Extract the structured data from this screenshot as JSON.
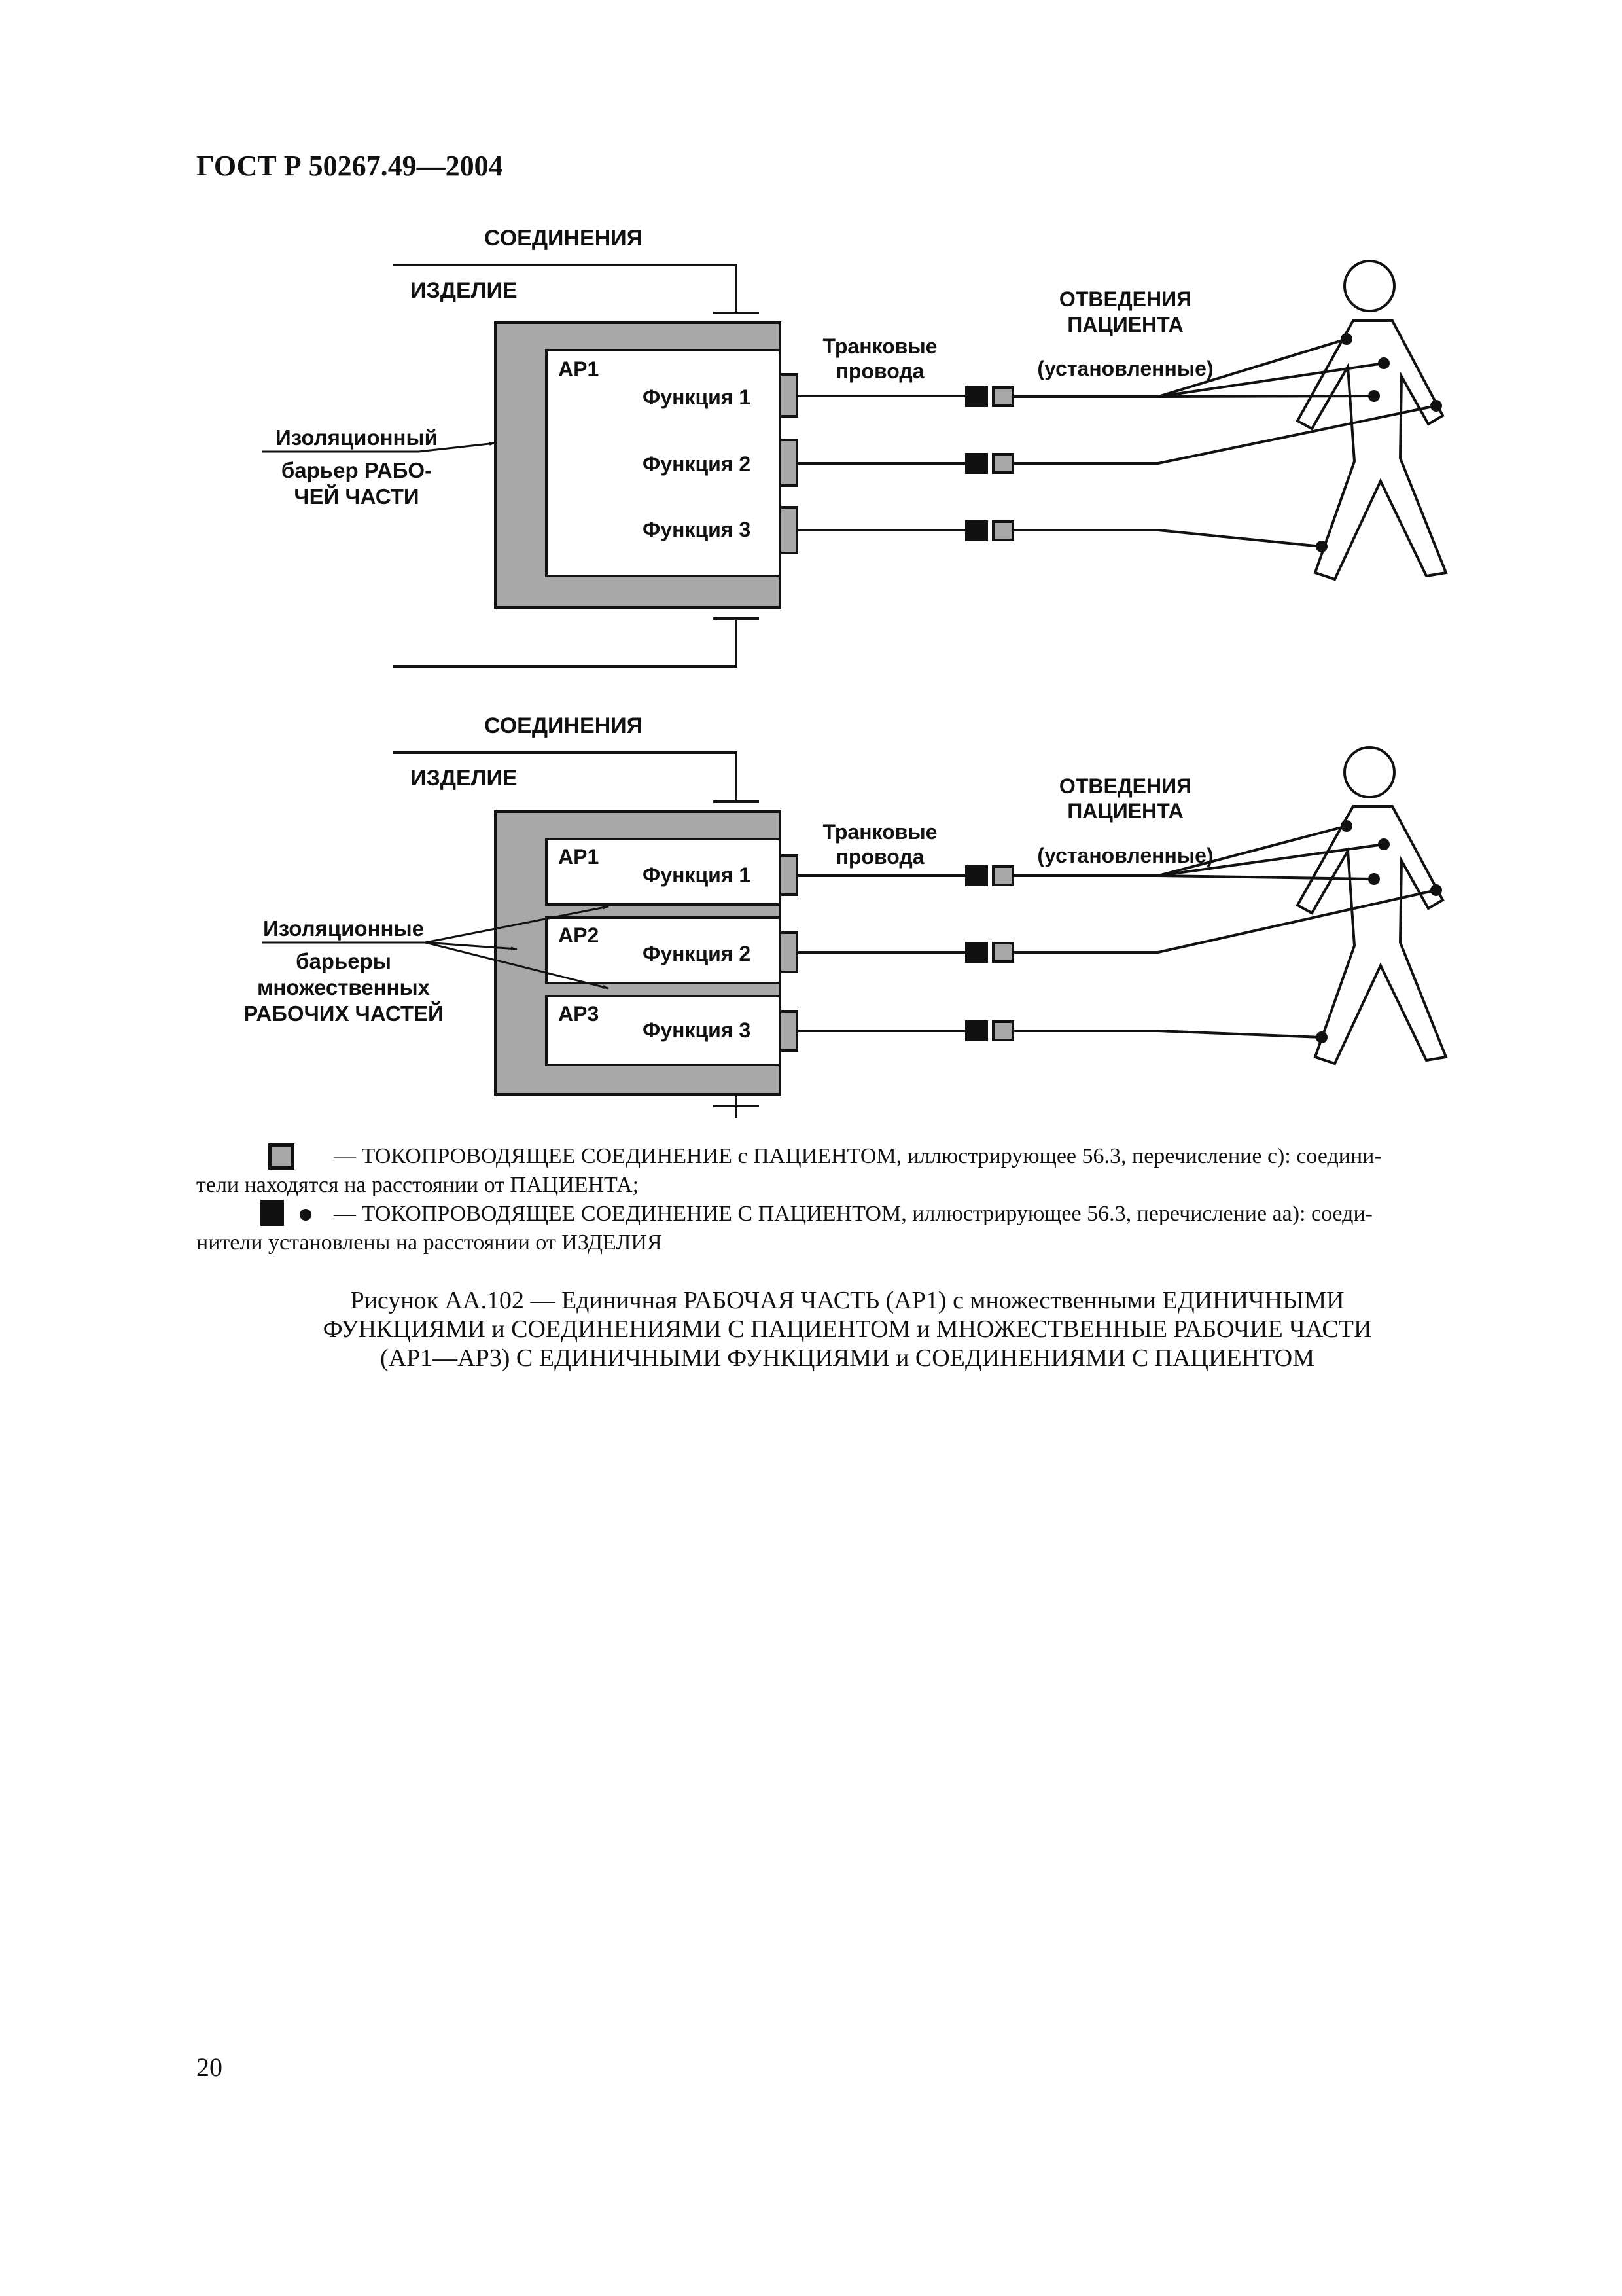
{
  "header": {
    "title": "ГОСТ Р 50267.49—2004"
  },
  "figure_top": {
    "connections_label": "СОЕДИНЕНИЯ",
    "device_label": "ИЗДЕЛИЕ",
    "ap_label": "АР1",
    "functions": [
      "Функция 1",
      "Функция 2",
      "Функция 3"
    ],
    "trunk_wires": [
      "Транковые",
      "провода"
    ],
    "leads": [
      "ОТВЕДЕНИЯ",
      "ПАЦИЕНТА"
    ],
    "installed": "(установленные)",
    "barrier": [
      "Изоляционный",
      "барьер РАБО-",
      "ЧЕЙ ЧАСТИ"
    ]
  },
  "figure_bottom": {
    "connections_label": "СОЕДИНЕНИЯ",
    "device_label": "ИЗДЕЛИЕ",
    "ap_labels": [
      "АР1",
      "АР2",
      "АР3"
    ],
    "functions": [
      "Функция 1",
      "Функция 2",
      "Функция 3"
    ],
    "trunk_wires": [
      "Транковые",
      "провода"
    ],
    "leads": [
      "ОТВЕДЕНИЯ",
      "ПАЦИЕНТА"
    ],
    "installed": "(установленные)",
    "barrier": [
      "Изоляционные",
      "барьеры",
      "множественных",
      "РАБОЧИХ ЧАСТЕЙ"
    ]
  },
  "legend": {
    "line1": "— ТОКОПРОВОДЯЩЕЕ СОЕДИНЕНИЕ с ПАЦИЕНТОМ, иллюстрирующее 56.3, перечисление с): соедини-",
    "line1b": "тели находятся на расстоянии от ПАЦИЕНТА;",
    "line2": "— ТОКОПРОВОДЯЩЕЕ СОЕДИНЕНИЕ С ПАЦИЕНТОМ, иллюстрирующее 56.3, перечисление аа): соеди-",
    "line2b": "нители установлены на расстоянии от ИЗДЕЛИЯ"
  },
  "caption": {
    "line1": "Рисунок АА.102 — Единичная РАБОЧАЯ ЧАСТЬ (АР1) с множественными ЕДИНИЧНЫМИ",
    "line2": "ФУНКЦИЯМИ и СОЕДИНЕНИЯМИ С ПАЦИЕНТОМ и МНОЖЕСТВЕННЫЕ РАБОЧИЕ ЧАСТИ",
    "line3": "(АР1—АР3) С ЕДИНИЧНЫМИ ФУНКЦИЯМИ и СОЕДИНЕНИЯМИ С ПАЦИЕНТОМ"
  },
  "page_number": "20",
  "colors": {
    "barrier_fill": "#a8a8a8",
    "ink": "#111111",
    "paper": "#ffffff"
  }
}
